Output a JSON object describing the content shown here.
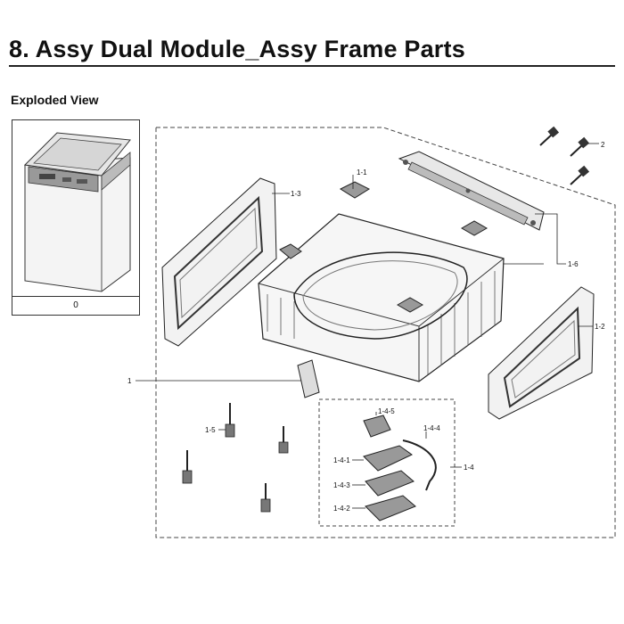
{
  "header": {
    "title": "8.  Assy Dual Module_Assy Frame Parts",
    "subtitle": "Exploded View"
  },
  "thumbnail": {
    "label": "0"
  },
  "callouts": {
    "c1": "1",
    "c1_1": "1-1",
    "c1_2": "1-2",
    "c1_3": "1-3",
    "c1_4": "1-4",
    "c1_5": "1-5",
    "c1_6": "1-6",
    "c2": "2",
    "c1_4_1": "1-4-1",
    "c1_4_2": "1-4-2",
    "c1_4_3": "1-4-3",
    "c1_4_4": "1-4-4",
    "c1_4_5": "1-4-5"
  }
}
